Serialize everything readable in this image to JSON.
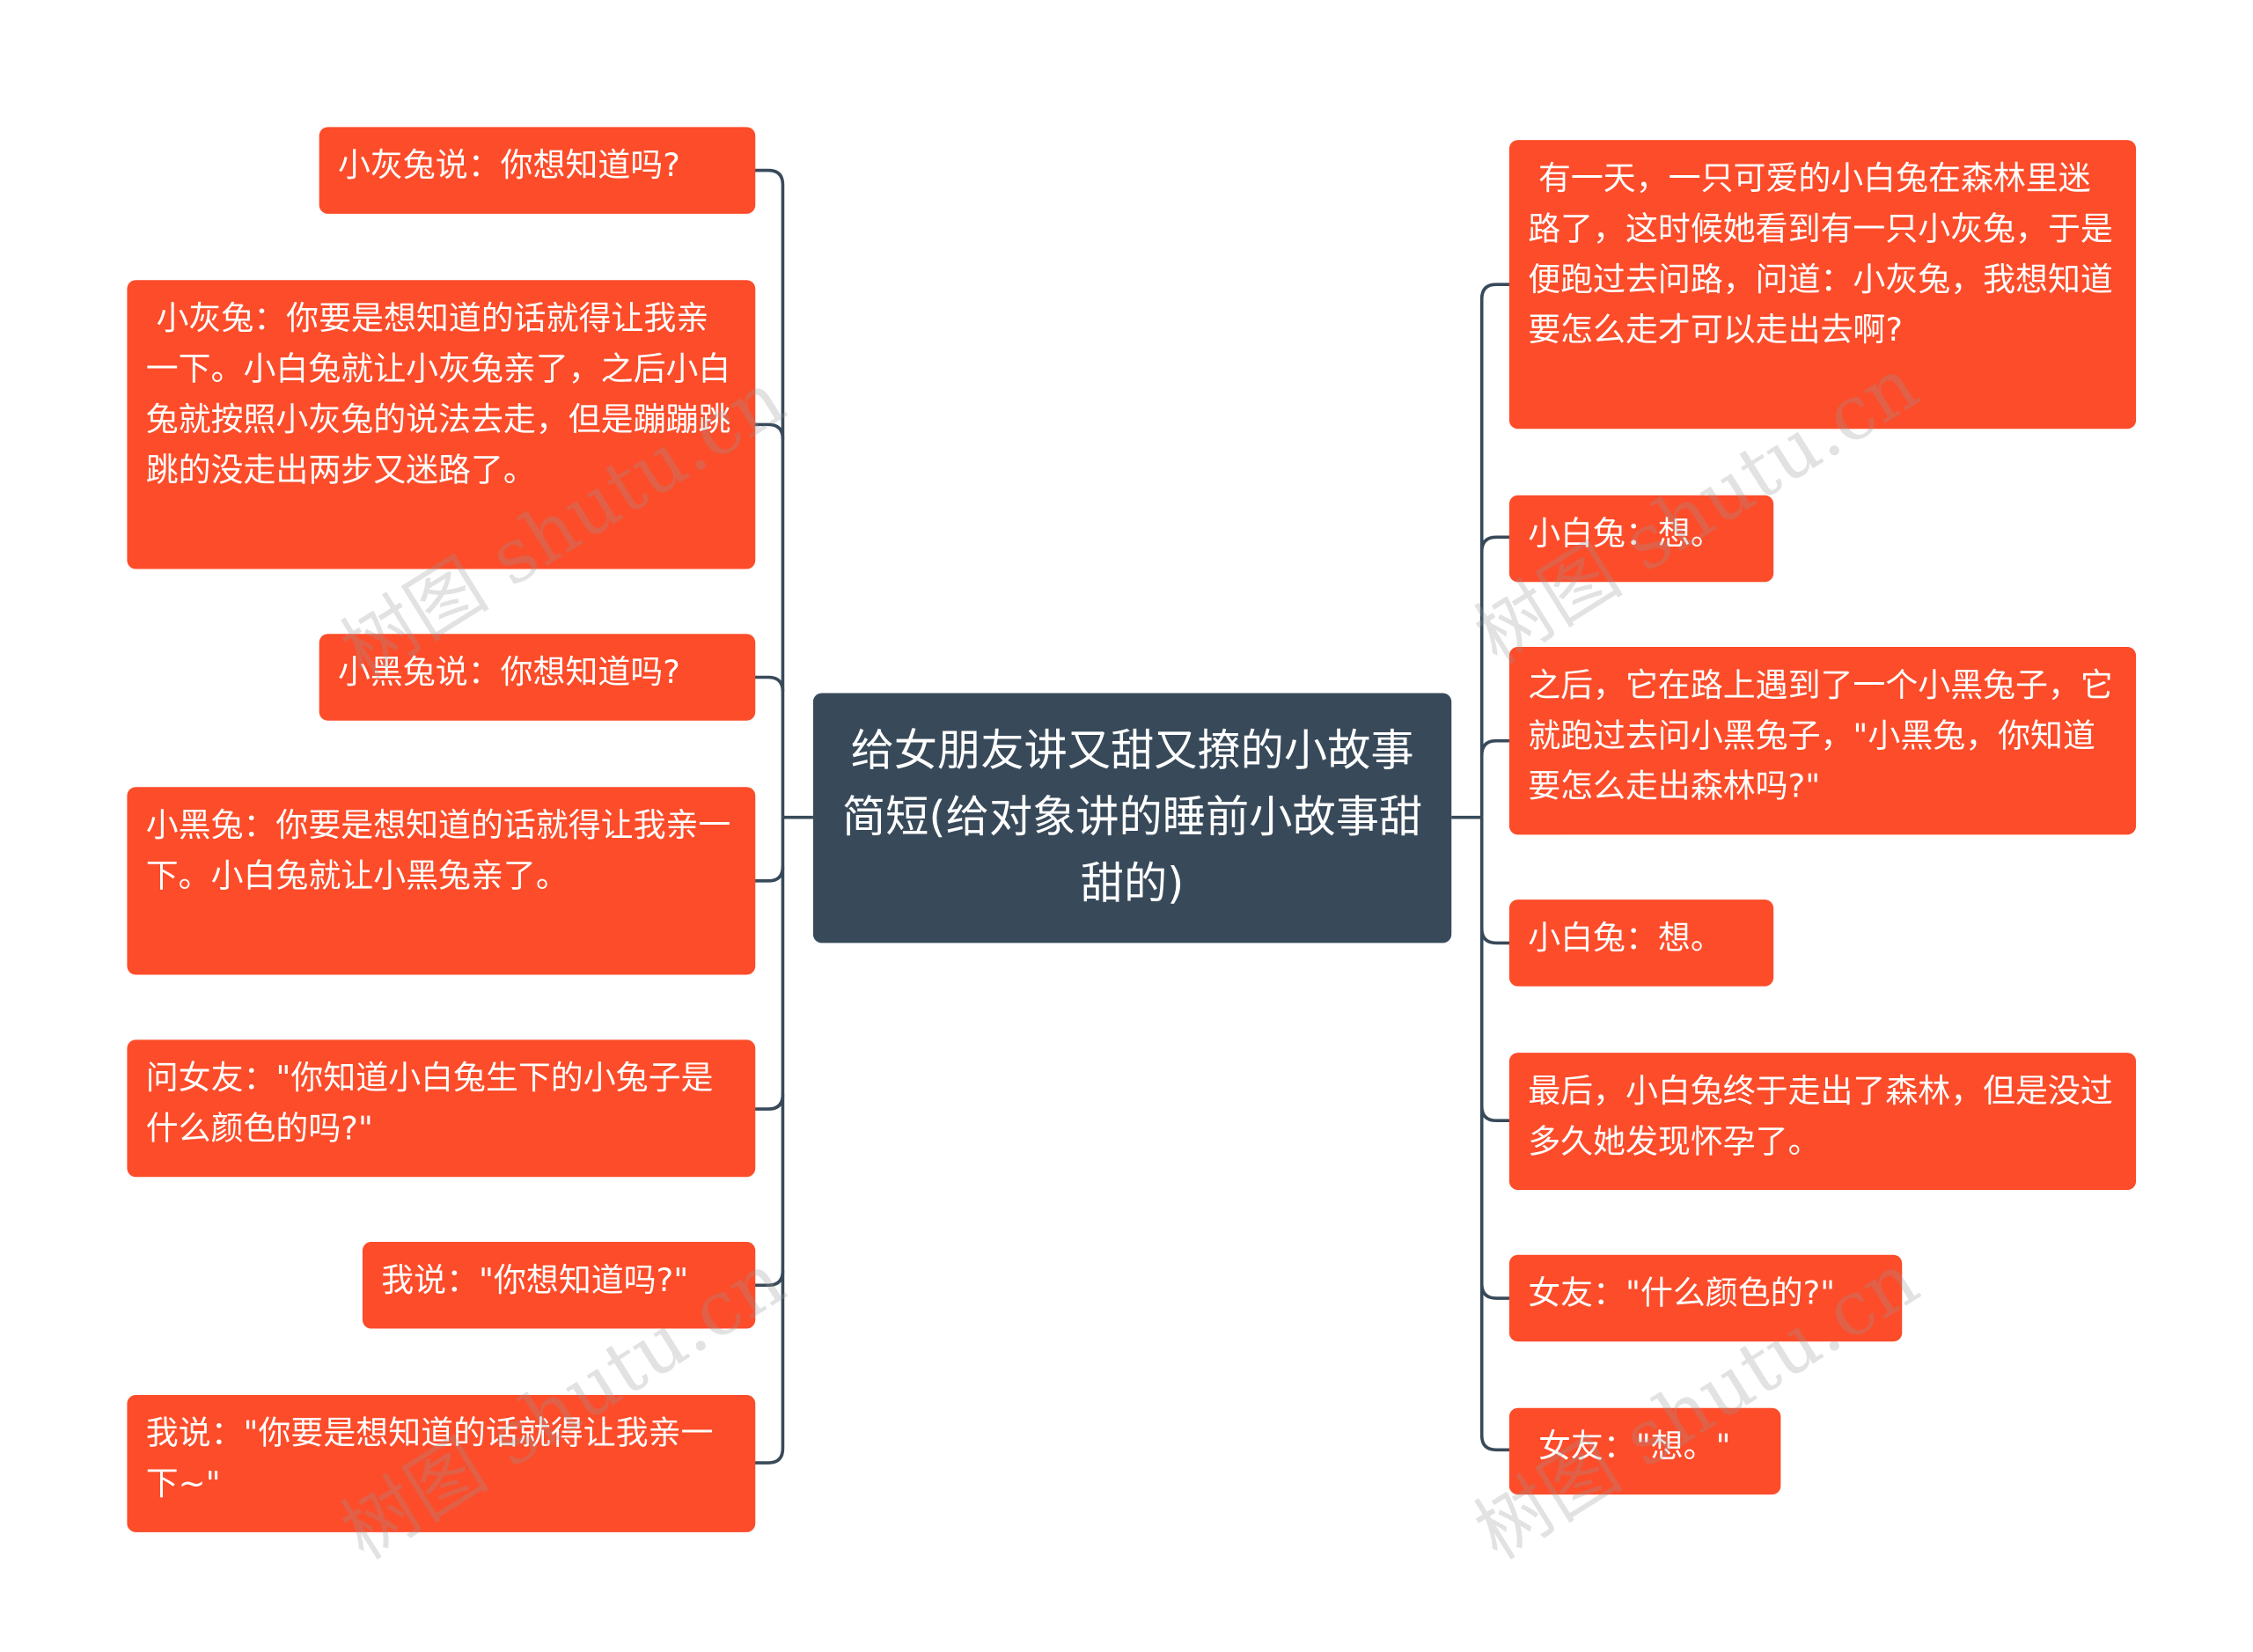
{
  "colors": {
    "node_fill": "#fc4c2a",
    "root_fill": "#384a5a",
    "connector": "#384a5a",
    "text": "#ffffff"
  },
  "root": {
    "title": "给女朋友讲又甜又撩的小故事简短(给对象讲的睡前小故事甜甜的)"
  },
  "left_nodes": [
    "小灰兔说：你想知道吗?",
    " 小灰兔：你要是想知道的话就得让我亲一下。小白兔就让小灰兔亲了，之后小白兔就按照小灰兔的说法去走，但是蹦蹦跳跳的没走出两步又迷路了。",
    "小黑兔说：你想知道吗?",
    "小黑兔：你要是想知道的话就得让我亲一下。小白兔就让小黑兔亲了。",
    "问女友：\"你知道小白兔生下的小兔子是什么颜色的吗?\"",
    "我说：\"你想知道吗?\"",
    "我说：\"你要是想知道的话就得让我亲一下~\""
  ],
  "right_nodes": [
    " 有一天，一只可爱的小白兔在森林里迷路了，这时候她看到有一只小灰兔，于是便跑过去问路，问道：小灰兔，我想知道要怎么走才可以走出去啊?",
    "小白兔：想。",
    "之后，它在路上遇到了一个小黑兔子，它就跑过去问小黑兔子，\"小黑兔，你知道要怎么走出森林吗?\"",
    "小白兔：想。",
    "最后，小白兔终于走出了森林，但是没过多久她发现怀孕了。",
    "女友：\"什么颜色的?\"",
    " 女友：\"想。\""
  ],
  "watermark": "树图 shutu.cn"
}
